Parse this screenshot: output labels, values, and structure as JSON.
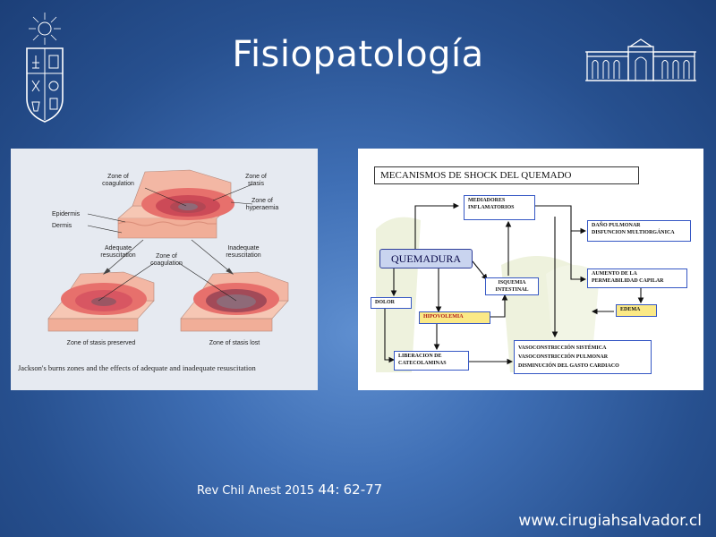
{
  "slide": {
    "title": "Fisiopatología",
    "citation_prefix": "Rev Chil Anest 2015",
    "citation_volume": "44",
    "citation_sep": ":",
    "citation_pages": "62-77",
    "footer_url": "www.cirugiahsalvador.cl"
  },
  "left_figure": {
    "labels": {
      "zone_coagulation_top": "Zone of\ncoagulation",
      "zone_stasis": "Zone of\nstasis",
      "zone_hyperaemia": "Zone of\nhyperaemia",
      "epidermis": "Epidermis",
      "dermis": "Dermis",
      "adequate": "Adequate\nresuscitation",
      "inadequate": "Inadequate\nresuscitation",
      "zone_coagulation_mid": "Zone of\ncoagulation",
      "stasis_preserved": "Zone of stasis preserved",
      "stasis_lost": "Zone of stasis lost"
    },
    "caption": "Jackson's burns zones and the effects of adequate and inadequate resuscitation"
  },
  "right_figure": {
    "title": "MECANISMOS DE SHOCK DEL QUEMADO",
    "quemadura": "QUEMADURA",
    "mediadores": "MEDIADORES\nINFLAMATORIOS",
    "isquemia": "ISQUEMIA\nINTESTINAL",
    "dolor": "DOLOR",
    "hipovolemia": "HIPOVOLEMIA",
    "liberacion": "LIBERACION DE\nCATECOLAMINAS",
    "dano": "DAÑO PULMONAR\nDISFUNCION MULTIORGÁNICA",
    "aumento": "AUMENTO DE LA\nPERMEABILIDAD CAPILAR",
    "edema": "EDEMA",
    "vasoconstriccion": "VASOCONSTRICCIÓN SISTÉMICA\nVASOCONSTRICCIÓN PULMONAR\nDISMINUCIÓN DEL GASTO CARDIACO"
  },
  "colors": {
    "background": "#2f5ea4",
    "box_border": "#3557c4",
    "highlight": "#fbe986"
  }
}
